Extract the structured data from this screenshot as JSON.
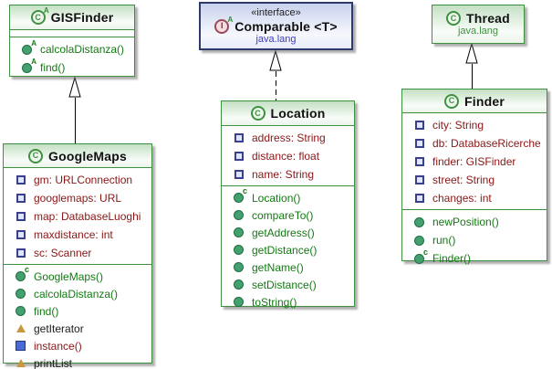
{
  "diagram_title": "UML class diagram",
  "colors": {
    "class_border": "#3f9140",
    "class_header_gradient_top": "#c4e0c4",
    "interface_border": "#2d3a6b",
    "interface_header_gradient_top": "#c9d2ee",
    "field_text": "#8a1616",
    "method_text": "#127a12",
    "plain_member_text": "#1a1a1a",
    "package_text_green": "#3f8f3f",
    "package_text_blue": "#3a3acc",
    "title_text": "#111111",
    "background": "#ffffff"
  },
  "classes": [
    {
      "key": "gisfinder",
      "title": "GISFinder",
      "icon": "abstract-class-icon",
      "fields": [],
      "methods": [
        {
          "icon": "abstract-method-icon",
          "kind": "method",
          "text": "calcolaDistanza()"
        },
        {
          "icon": "abstract-method-icon",
          "kind": "method",
          "text": "find()"
        }
      ]
    },
    {
      "key": "comparable",
      "stereotype": "«interface»",
      "title": "Comparable <T>",
      "package": "java.lang",
      "icon": "interface-icon"
    },
    {
      "key": "thread",
      "title": "Thread",
      "package": "java.lang",
      "icon": "class-icon"
    },
    {
      "key": "googlemaps",
      "title": "GoogleMaps",
      "icon": "class-icon",
      "fields": [
        {
          "icon": "field-icon",
          "kind": "field",
          "text": "gm: URLConnection"
        },
        {
          "icon": "field-icon",
          "kind": "field",
          "text": "googlemaps: URL"
        },
        {
          "icon": "field-icon",
          "kind": "field",
          "text": "map: DatabaseLuoghi"
        },
        {
          "icon": "field-icon",
          "kind": "field",
          "text": "maxdistance: int"
        },
        {
          "icon": "field-icon",
          "kind": "field",
          "text": "sc: Scanner"
        }
      ],
      "methods": [
        {
          "icon": "constructor-icon",
          "kind": "method",
          "text": "GoogleMaps()"
        },
        {
          "icon": "method-icon",
          "kind": "method",
          "text": "calcolaDistanza()"
        },
        {
          "icon": "method-icon",
          "kind": "method",
          "text": "find()"
        },
        {
          "icon": "triangle-icon",
          "kind": "plain",
          "text": "getIterator"
        },
        {
          "icon": "static-method-icon",
          "kind": "static",
          "text": "instance()"
        },
        {
          "icon": "triangle-icon",
          "kind": "plain",
          "text": "printList"
        }
      ]
    },
    {
      "key": "location",
      "title": "Location",
      "icon": "class-icon",
      "fields": [
        {
          "icon": "field-icon",
          "kind": "field",
          "text": "address: String"
        },
        {
          "icon": "field-icon",
          "kind": "field",
          "text": "distance: float"
        },
        {
          "icon": "field-icon",
          "kind": "field",
          "text": "name: String"
        }
      ],
      "methods": [
        {
          "icon": "constructor-icon",
          "kind": "method",
          "text": "Location()"
        },
        {
          "icon": "method-icon",
          "kind": "method",
          "text": "compareTo()"
        },
        {
          "icon": "method-icon",
          "kind": "method",
          "text": "getAddress()"
        },
        {
          "icon": "method-icon",
          "kind": "method",
          "text": "getDistance()"
        },
        {
          "icon": "method-icon",
          "kind": "method",
          "text": "getName()"
        },
        {
          "icon": "method-icon",
          "kind": "method",
          "text": "setDistance()"
        },
        {
          "icon": "method-icon",
          "kind": "method",
          "text": "toString()"
        }
      ]
    },
    {
      "key": "finder",
      "title": "Finder",
      "icon": "class-icon",
      "fields": [
        {
          "icon": "field-icon",
          "kind": "field",
          "text": "city: String"
        },
        {
          "icon": "field-icon",
          "kind": "field",
          "text": "db: DatabaseRicerche"
        },
        {
          "icon": "field-icon",
          "kind": "field",
          "text": "finder: GISFinder"
        },
        {
          "icon": "field-icon",
          "kind": "field",
          "text": "street: String"
        },
        {
          "icon": "field-icon",
          "kind": "field",
          "text": "changes: int"
        }
      ],
      "methods": [
        {
          "icon": "method-icon",
          "kind": "method",
          "text": "newPosition()"
        },
        {
          "icon": "method-icon",
          "kind": "method",
          "text": "run()"
        },
        {
          "icon": "constructor-icon",
          "kind": "method",
          "text": "Finder()"
        }
      ]
    }
  ],
  "edges": [
    {
      "from": "GoogleMaps",
      "to": "GISFinder",
      "type": "inheritance",
      "line": "solid"
    },
    {
      "from": "Location",
      "to": "Comparable",
      "type": "realization",
      "line": "dashed"
    },
    {
      "from": "Finder",
      "to": "Thread",
      "type": "inheritance",
      "line": "solid"
    }
  ]
}
